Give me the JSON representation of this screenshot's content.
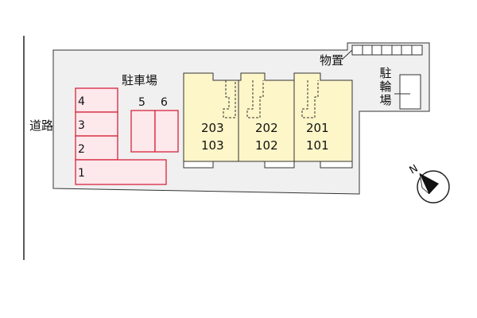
{
  "site_plan": {
    "road_label": "道路",
    "parking_label": "駐車場",
    "storage_label": "物置",
    "bicycle_label_chars": [
      "駐",
      "輪",
      "場"
    ],
    "parking_spaces": [
      "1",
      "2",
      "3",
      "4",
      "5",
      "6"
    ],
    "units": [
      {
        "upper": "203",
        "lower": "103"
      },
      {
        "upper": "202",
        "lower": "102"
      },
      {
        "upper": "201",
        "lower": "101"
      }
    ],
    "compass_letter": "N"
  },
  "colors": {
    "parking_stroke": "#d9334a",
    "parking_fill": "#fde8ec",
    "building_fill": "#fdf6c8",
    "site_fill": "#f0f0f0"
  }
}
